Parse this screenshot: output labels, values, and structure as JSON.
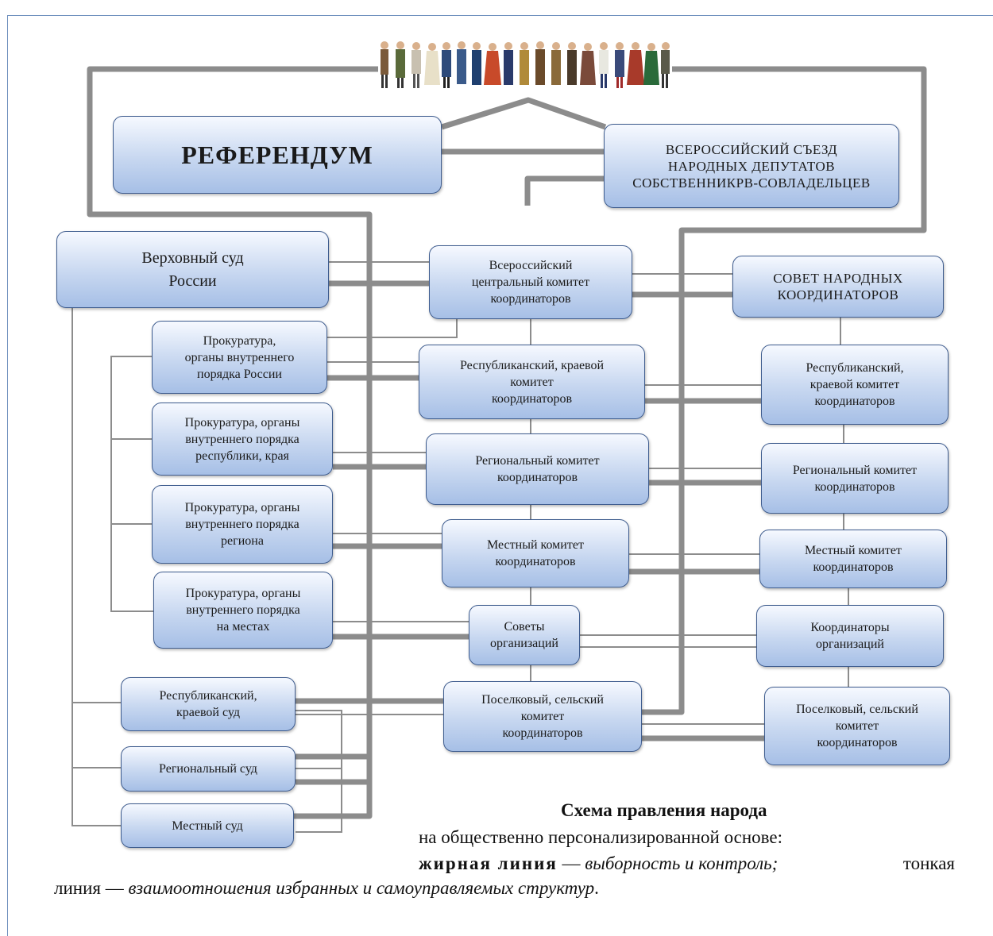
{
  "boxes": {
    "referendum": "РЕФЕРЕНДУМ",
    "congress": "ВСЕРОССИЙСКИЙ СЪЕЗД\nНАРОДНЫХ ДЕПУТАТОВ\nСОБСТВЕННИКРВ-СОВЛАДЕЛЬЦЕВ",
    "supreme_court": "Верховный суд\nРоссии",
    "central_committee": "Всероссийский\nцентральный комитет\nкоординаторов",
    "council": "СОВЕТ НАРОДНЫХ\nКООРДИНАТОРОВ",
    "prosecutor_russia": "Прокуратура,\nорганы внутреннего\nпорядка России",
    "rep_committee": "Республиканский, краевой\nкомитет\nкоординаторов",
    "rep_committee_right": "Республиканский,\nкраевой комитет\nкоординаторов",
    "prosecutor_republic": "Прокуратура, органы\nвнутреннего порядка\nреспублики, края",
    "regional_committee": "Региональный комитет\nкоординаторов",
    "regional_committee_right": "Региональный комитет\nкоординаторов",
    "prosecutor_region": "Прокуратура, органы\nвнутреннего порядка\nрегиона",
    "local_committee": "Местный комитет\nкоординаторов",
    "local_committee_right": "Местный комитет\nкоординаторов",
    "prosecutor_local": "Прокуратура, органы\nвнутреннего порядка\nна местах",
    "org_councils": "Советы\nорганизаций",
    "org_coordinators": "Координаторы\nорганизаций",
    "rep_court": "Республиканский,\nкраевой суд",
    "village_committee": "Поселковый, сельский\nкомитет\nкоординаторов",
    "village_committee_right": "Поселковый, сельский\nкомитет\nкоординаторов",
    "regional_court": "Региональный суд",
    "local_court": "Местный суд"
  },
  "caption": {
    "title": "Схема правления народа",
    "subtitle": "на общественно персонализированной основе:",
    "bold_term": "жирная линия",
    "dash1": " — ",
    "bold_meaning": "выборность и контроль;",
    "thin_word": "тонкая",
    "thin_term": "линия",
    "dash2": " — ",
    "thin_meaning": "взаимоотношения избранных и самоуправляемых структур",
    "end": "."
  }
}
